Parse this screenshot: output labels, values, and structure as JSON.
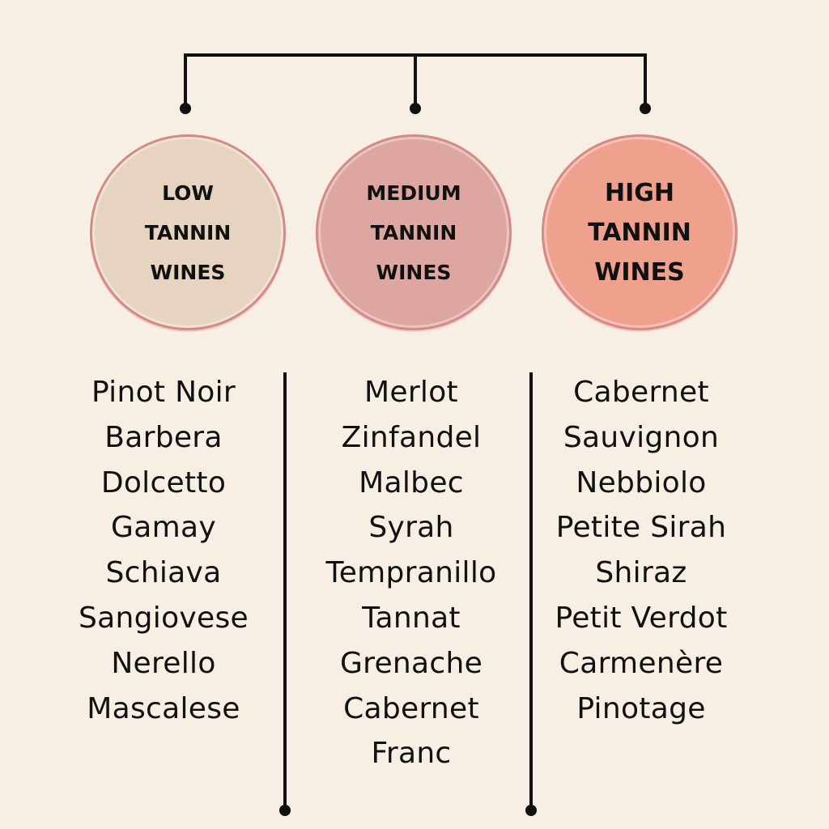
{
  "colors": {
    "background": "#f7efe3",
    "low_fill": "#e6d4c0",
    "medium_fill": "#dea6a1",
    "high_fill": "#f0a18e",
    "circle_border": "#d48a86",
    "connector": "#111111"
  },
  "categories": [
    {
      "label_lines": [
        "LOW",
        "TANNIN",
        "WINES"
      ],
      "wines": [
        "Pinot Noir",
        "Barbera",
        "Dolcetto",
        "Gamay",
        "Schiava",
        "Sangiovese",
        "Nerello",
        "Mascalese"
      ]
    },
    {
      "label_lines": [
        "MEDIUM",
        "TANNIN",
        "WINES"
      ],
      "wines": [
        "Merlot",
        "Zinfandel",
        "Malbec",
        "Syrah",
        "Tempranillo",
        "Tannat",
        "Grenache",
        "Cabernet",
        "Franc"
      ]
    },
    {
      "label_lines": [
        "HIGH",
        "TANNIN",
        "WINES"
      ],
      "wines": [
        "Cabernet",
        "Sauvignon",
        "Nebbiolo",
        "Petite Sirah",
        "Shiraz",
        "Petit Verdot",
        "Carmenère",
        "Pinotage"
      ]
    }
  ]
}
